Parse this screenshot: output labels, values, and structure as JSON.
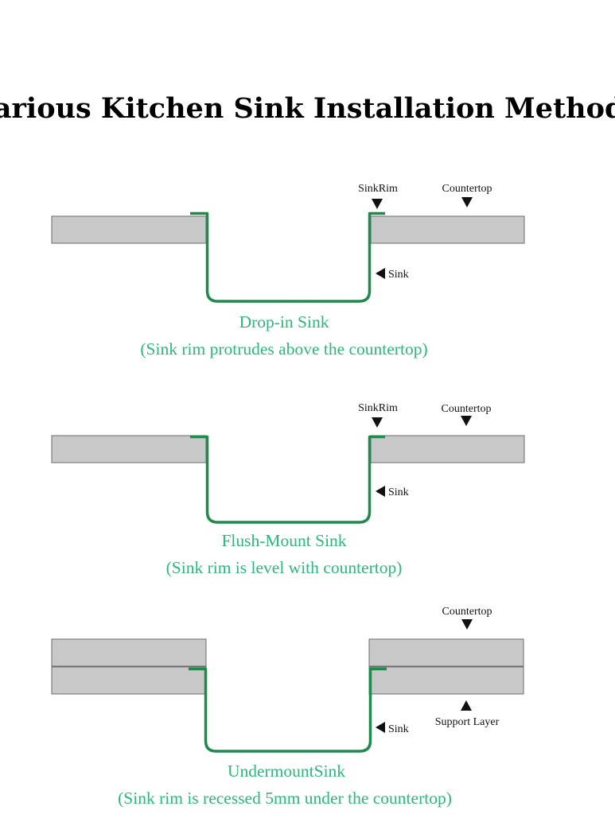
{
  "title": "Various Kitchen Sink Installation Methods",
  "colors": {
    "countertop_fill": "#c8c8c8",
    "sink_line": "#1e8a4c",
    "caption_text": "#2bb87a",
    "label_text": "#111111",
    "arrow": "#111111"
  },
  "panels": [
    {
      "id": "drop-in",
      "labels": {
        "sink_rim": "SinkRim",
        "countertop": "Countertop",
        "sink": "Sink"
      },
      "caption_name": "Drop-in Sink",
      "caption_desc": "(Sink rim protrudes above the countertop)"
    },
    {
      "id": "flush-mount",
      "labels": {
        "sink_rim": "SinkRim",
        "countertop": "Countertop",
        "sink": "Sink"
      },
      "caption_name": "Flush-Mount Sink",
      "caption_desc": "(Sink rim is level with countertop)"
    },
    {
      "id": "undermount",
      "labels": {
        "countertop": "Countertop",
        "support_layer": "Support Layer",
        "sink": "Sink"
      },
      "caption_name": "UndermountSink",
      "caption_desc": "(Sink rim is recessed 5mm under the countertop)"
    }
  ]
}
